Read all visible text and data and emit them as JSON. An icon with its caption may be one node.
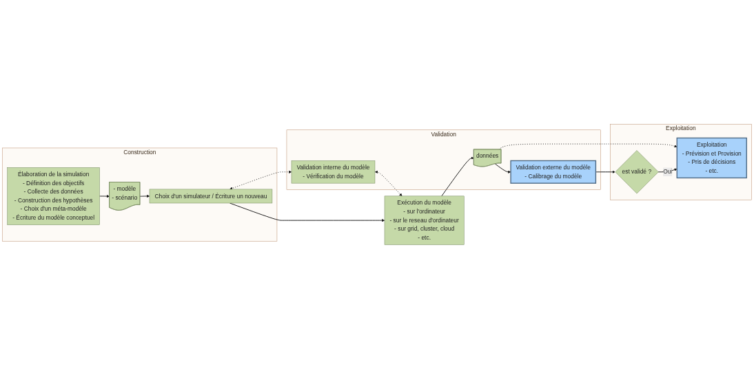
{
  "diagram": {
    "nodes": [
      {
        "text": [
          "Construction"
        ]
      },
      {
        "text": [
          "Élaboration de la simulation",
          "- Définition des objectifs",
          "- Collecte des données",
          "- Construction des hypothèses",
          "- Choix d'un méta-modèle",
          "- Écriture du modèle conceptuel"
        ],
        "in": 0
      },
      {
        "text": [
          "- modèle",
          "- scénario"
        ],
        "in": 0
      },
      {
        "text": [
          "Choix d'un simulateur / Écriture un nouveau"
        ],
        "in": 0
      },
      {
        "text": [
          "Validation"
        ]
      },
      {
        "text": [
          "Validation externe du modèle",
          "- Calibrage du modèle"
        ],
        "in": 4
      },
      {
        "text": [
          "données"
        ],
        "in": 4
      },
      {
        "text": [
          "Validation interne du modèle",
          "- Vérification du modèle"
        ],
        "in": 4
      },
      {
        "text": [
          "Exécution du modèle",
          "- sur l'ordinateur",
          "- sur le reseau d'ordinateur",
          "- sur grid, cluster, cloud",
          "- etc."
        ]
      },
      {
        "text": [
          "Exploitation"
        ]
      },
      {
        "text": [
          "est validé ?"
        ],
        "in": 9
      },
      {
        "text": [
          "Exploitation",
          "- Prévision et Provision",
          "- Pris de décisions",
          "- etc."
        ],
        "in": 9
      }
    ],
    "edges": [
      {
        "from": 1,
        "to": 2,
        "arrow": "to"
      },
      {
        "from": 2,
        "to": 3,
        "arrow": "to"
      },
      {
        "from": 3,
        "to": 7,
        "arrow": "both",
        "style": "dashed"
      },
      {
        "from": 3,
        "to": 8,
        "arrow": "to"
      },
      {
        "from": 7,
        "to": 8,
        "arrow": "both",
        "style": "dashed"
      },
      {
        "from": 8,
        "to": 6,
        "arrow": "to"
      },
      {
        "from": 6,
        "to": 5,
        "arrow": "to"
      },
      {
        "from": 6,
        "to": 11,
        "arrow": "to",
        "style": "dashed"
      },
      {
        "from": 5,
        "to": 10,
        "arrow": "to"
      },
      {
        "from": 10,
        "to": 11,
        "arrow": "to",
        "label": "Oui"
      }
    ]
  }
}
